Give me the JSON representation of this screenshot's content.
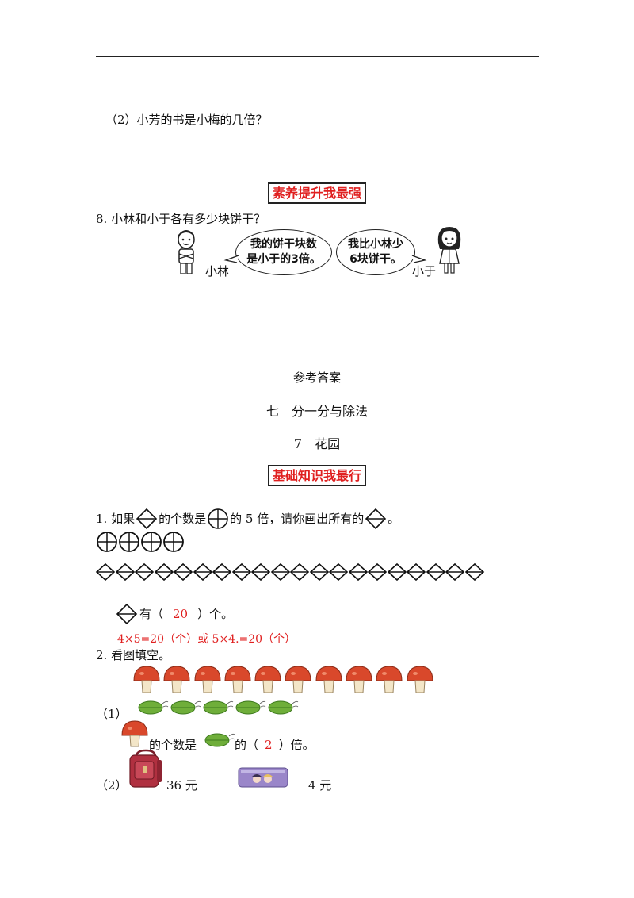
{
  "q7_part2": "（2）小芳的书是小梅的几倍？",
  "section_banner_1": "素养提升我最强",
  "q8": {
    "question": "8. 小林和小于各有多少块饼干？",
    "bubble_lin": [
      "我的饼干块数",
      "是小于的3倍。"
    ],
    "bubble_yu": [
      "我比小林少",
      "6块饼干。"
    ],
    "name_lin": "小林",
    "name_yu": "小于"
  },
  "answer_title": "参考答案",
  "chapter": "七　分一分与除法",
  "lesson": "7　花园",
  "section_banner_2": "基础知识我最行",
  "q1": {
    "prefix": "1. 如果",
    "mid1": "的个数是",
    "mid2": "的 5 倍，请你画出所有的",
    "suffix": "。",
    "circle_count": 4,
    "diamond_count": 20,
    "answer_prefix": "有（",
    "answer_value": "20",
    "answer_suffix": "）个。",
    "formula": "4×5=20（个）或 5×4.=20（个）"
  },
  "q2": {
    "title": "2. 看图填空。",
    "mushroom_count": 10,
    "leaf_count": 5,
    "part1_label": "（1）",
    "part1_mid": "的个数是",
    "part1_after": "的（",
    "part1_value": "2",
    "part1_end": "）倍。",
    "part2_label": "（2）",
    "bag_price": "36 元",
    "pencil_case_price": "4 元"
  },
  "colors": {
    "red": "#e02020",
    "mushroom": "#d9482b",
    "leaf": "#6fae3a",
    "bag": "#b03040",
    "case": "#9a86c9"
  }
}
